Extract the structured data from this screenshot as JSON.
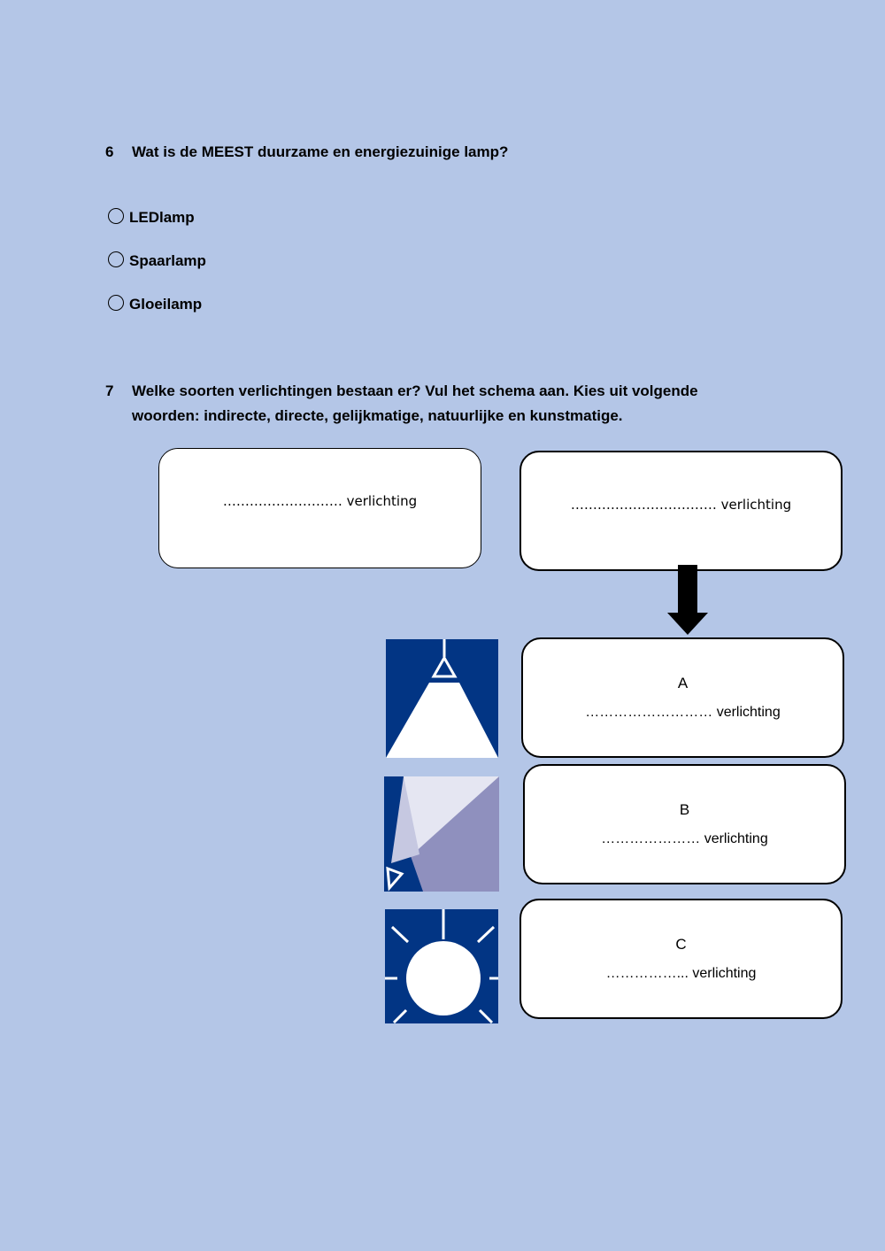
{
  "q6": {
    "number": "6",
    "question": "Wat is de MEEST duurzame en energiezuinige lamp?",
    "options": [
      {
        "label": "LEDlamp"
      },
      {
        "label": "Spaarlamp"
      },
      {
        "label": "Gloeilamp"
      }
    ]
  },
  "q7": {
    "number": "7",
    "question_line1": "Welke soorten verlichtingen bestaan er? Vul het schema aan. Kies uit volgende",
    "question_line2": "woorden: indirecte, directe, gelijkmatige, natuurlijke en kunstmatige.",
    "box_top_left": {
      "fill": "……………………… verlichting"
    },
    "box_top_right": {
      "fill": "…………………………… verlichting"
    },
    "box_a": {
      "letter": "A",
      "fill": "……………………… verlichting"
    },
    "box_b": {
      "letter": "B",
      "fill": "………………… verlichting"
    },
    "box_c": {
      "letter": "C",
      "fill": "……………... verlichting"
    }
  },
  "colors": {
    "page_background": "#b4c6e7",
    "icon_blue": "#023584",
    "box_fill": "#ffffff"
  },
  "icons": {
    "direct": "direct-light-icon",
    "indirect": "indirect-light-icon",
    "diffuse": "diffuse-light-icon",
    "arrow": "arrow-down-icon"
  }
}
